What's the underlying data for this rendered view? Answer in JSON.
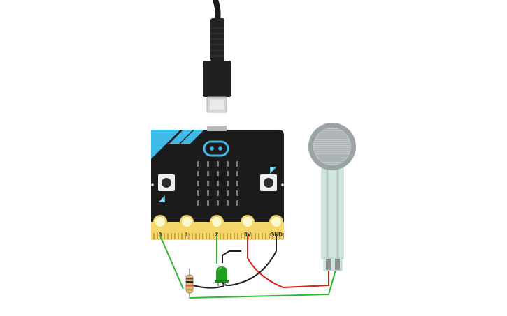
{
  "microbit": {
    "pins": [
      {
        "label": "0"
      },
      {
        "label": "1"
      },
      {
        "label": "2"
      },
      {
        "label": "3V"
      },
      {
        "label": "GND"
      }
    ],
    "button_a": "A",
    "button_b": "B"
  },
  "colors": {
    "board": "#1b1b1b",
    "board_accent": "#3fb9e6",
    "edge_connector": "#f5d66b",
    "wire_green": "#33b633",
    "wire_red": "#d61f1f",
    "wire_black": "#202020",
    "led": "#1f9e1f",
    "sensor": "#9aa3a6",
    "sensor_tail": "#cfe5dd"
  }
}
